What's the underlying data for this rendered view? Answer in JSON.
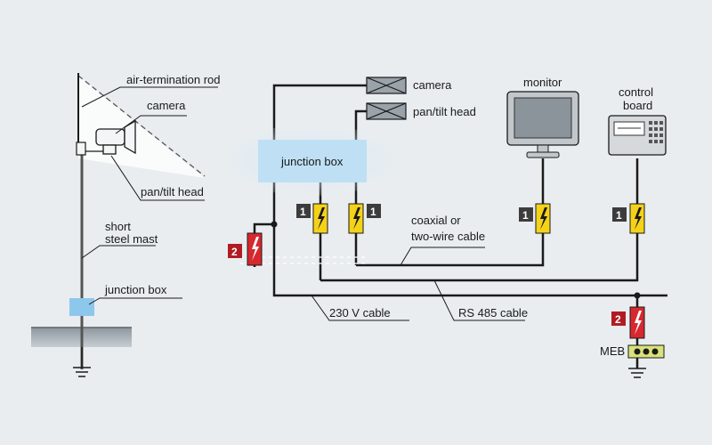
{
  "labels": {
    "air_termination_rod": "air-termination rod",
    "camera_left": "camera",
    "pan_tilt_left": "pan/tilt head",
    "short_steel_mast_1": "short",
    "short_steel_mast_2": "steel mast",
    "junction_box_left": "junction box",
    "junction_box_main": "junction box",
    "camera_right": "camera",
    "pan_tilt_right": "pan/tilt head",
    "monitor": "monitor",
    "control_board_1": "control",
    "control_board_2": "board",
    "coax_1": "coaxial or",
    "coax_2": "two-wire cable",
    "cable_230": "230 V cable",
    "cable_rs485": "RS 485 cable",
    "meb": "MEB"
  },
  "spd_badges": {
    "type1": "1",
    "type2": "2"
  },
  "colors": {
    "background": "#e9edf0",
    "wire": "#1a1a1a",
    "junction_box": "#bfe0f4",
    "spd_type1_badge": "#3c3c3c",
    "spd_type2_badge": "#b01c22",
    "spd_type1_body": "#f4d21a",
    "spd_type2_body": "#d7282f",
    "ground": "#606b73",
    "device_gray": "#c2c7cb"
  }
}
